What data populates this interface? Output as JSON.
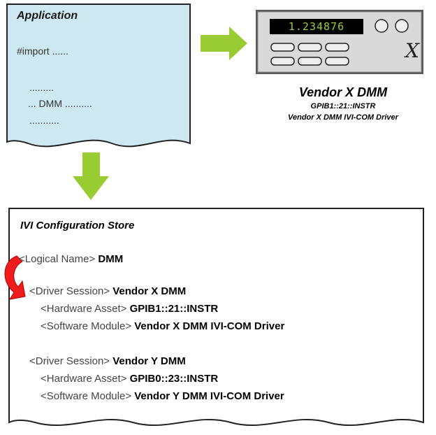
{
  "application": {
    "title": "Application",
    "import_line": "#import ......",
    "dots_line_1": ".........",
    "dmm_line": "... DMM ..........",
    "dots_line_2": "..........."
  },
  "instrument": {
    "display_value": "1.234876",
    "brand_mark": "X",
    "name": "Vendor X DMM",
    "address": "GPIB1::21::INSTR",
    "driver": "Vendor X DMM IVI-COM Driver"
  },
  "store": {
    "title": "IVI Configuration Store",
    "logical_name": {
      "tag": "<Logical Name>",
      "value": "DMM"
    },
    "sessions": [
      {
        "session_tag": "<Driver Session>",
        "session_value": "Vendor X DMM",
        "hardware_tag": "<Hardware Asset>",
        "hardware_value": "GPIB1::21::INSTR",
        "software_tag": "<Software Module>",
        "software_value": "Vendor X DMM IVI-COM Driver"
      },
      {
        "session_tag": "<Driver Session>",
        "session_value": "Vendor Y DMM",
        "hardware_tag": "<Hardware Asset>",
        "hardware_value": "GPIB0::23::INSTR",
        "software_tag": "<Software Module>",
        "software_value": "Vendor Y DMM IVI-COM Driver"
      }
    ]
  },
  "colors": {
    "document_fill": "#cde8f0",
    "arrow_green": "#99cc33",
    "curved_arrow_red": "#ee1c1c",
    "instrument_body": "#d9d9d9",
    "display_text": "#9ccc3c"
  },
  "icons": [
    "right-arrow-icon",
    "down-arrow-icon",
    "curved-arrow-icon"
  ]
}
